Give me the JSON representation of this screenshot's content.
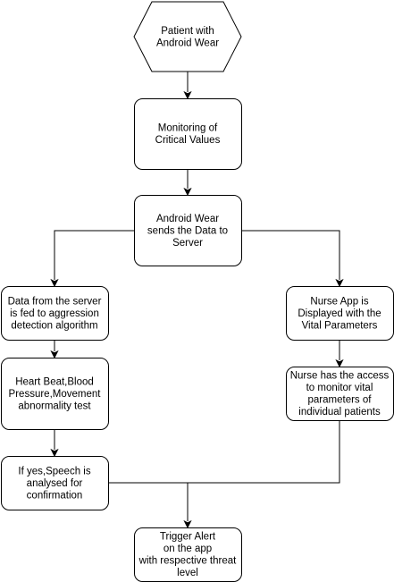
{
  "diagram": {
    "nodes": [
      {
        "id": "patient",
        "shape": "hexagon",
        "lines": [
          "Patient with",
          "Android Wear"
        ]
      },
      {
        "id": "monitoring",
        "shape": "rounded-rect",
        "lines": [
          "Monitoring of",
          "Critical Values"
        ]
      },
      {
        "id": "android-wear-sends",
        "shape": "rounded-rect",
        "lines": [
          "Android Wear",
          "sends the Data to",
          "Server"
        ]
      },
      {
        "id": "data-from-server",
        "shape": "rounded-rect",
        "lines": [
          "Data from the server",
          "is fed to aggression",
          "detection algorithm"
        ]
      },
      {
        "id": "nurse-app",
        "shape": "rounded-rect",
        "lines": [
          "Nurse App is",
          "Displayed with the",
          "Vital Parameters"
        ]
      },
      {
        "id": "heart-beat",
        "shape": "rounded-rect",
        "lines": [
          "Heart Beat,Blood",
          "Pressure,Movement",
          "abnormality test"
        ]
      },
      {
        "id": "nurse-access",
        "shape": "rounded-rect",
        "lines": [
          "Nurse has the access",
          "to monitor vital",
          "parameters of",
          "individual patients"
        ]
      },
      {
        "id": "speech",
        "shape": "rounded-rect",
        "lines": [
          "If yes,Speech is",
          "analysed for",
          "confirmation"
        ]
      },
      {
        "id": "trigger-alert",
        "shape": "rounded-rect",
        "lines": [
          "Trigger Alert",
          "on the app",
          "with respective threat",
          "level"
        ]
      }
    ],
    "edges": [
      {
        "from": "patient",
        "to": "monitoring"
      },
      {
        "from": "monitoring",
        "to": "android-wear-sends"
      },
      {
        "from": "android-wear-sends",
        "to": "data-from-server"
      },
      {
        "from": "android-wear-sends",
        "to": "nurse-app"
      },
      {
        "from": "data-from-server",
        "to": "heart-beat"
      },
      {
        "from": "nurse-app",
        "to": "nurse-access"
      },
      {
        "from": "heart-beat",
        "to": "speech"
      },
      {
        "from": "speech",
        "to": "trigger-alert"
      },
      {
        "from": "nurse-access",
        "to": "trigger-alert"
      }
    ]
  }
}
